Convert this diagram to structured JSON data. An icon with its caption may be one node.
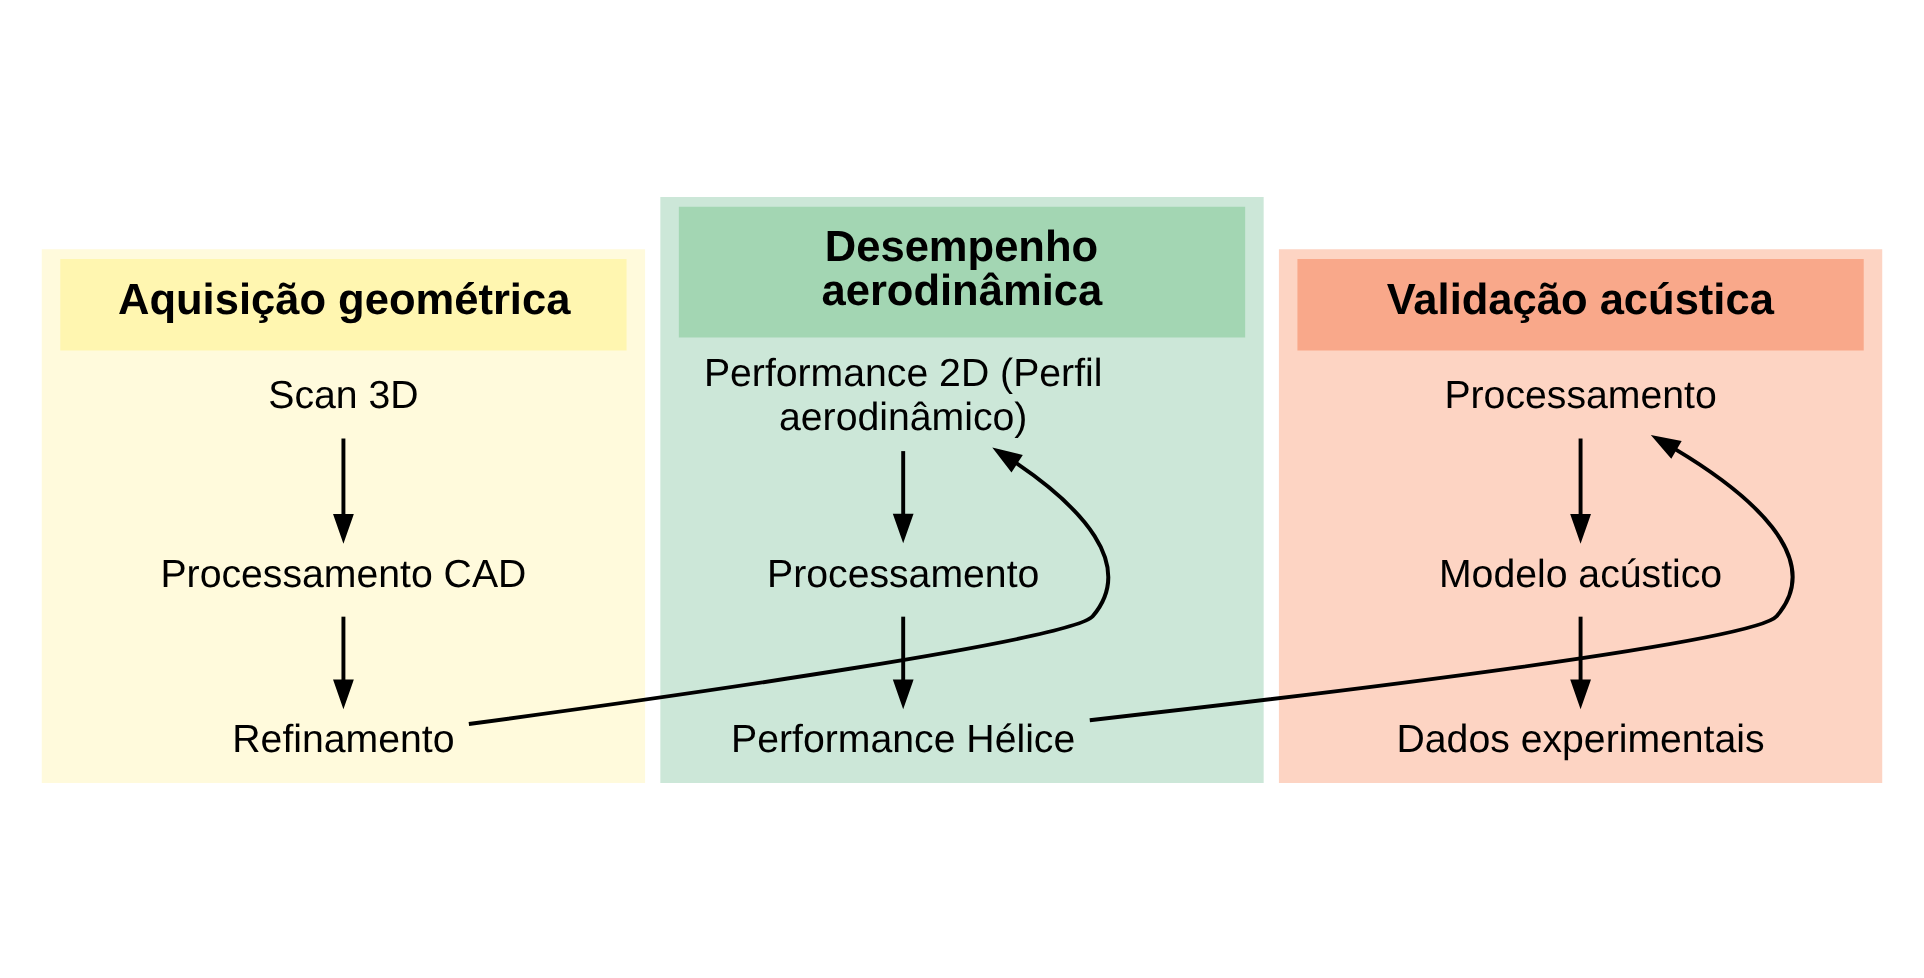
{
  "diagram": {
    "nodes": [
      {
        "text": [
          "Aquisição geométrica"
        ]
      },
      {
        "text": [
          "Scan 3D"
        ],
        "in": 0
      },
      {
        "text": [
          "Processamento CAD"
        ],
        "in": 0
      },
      {
        "text": [
          "Refinamento"
        ],
        "in": 0
      },
      {
        "text": [
          "Desempenho aerodinâmica"
        ]
      },
      {
        "text": [
          "Performance 2D (Perfil aerodinâmico)"
        ],
        "in": 4
      },
      {
        "text": [
          "Processamento"
        ],
        "in": 4
      },
      {
        "text": [
          "Performance Hélice"
        ],
        "in": 4
      },
      {
        "text": [
          "Validação acústica"
        ]
      },
      {
        "text": [
          "Processamento"
        ],
        "in": 8
      },
      {
        "text": [
          "Modelo acústico"
        ],
        "in": 8
      },
      {
        "text": [
          "Dados experimentais"
        ],
        "in": 8
      }
    ],
    "edges": [
      {
        "from": 1,
        "to": 2,
        "arrow": "to"
      },
      {
        "from": 2,
        "to": 3,
        "arrow": "to"
      },
      {
        "from": 3,
        "to": 5,
        "arrow": "to"
      },
      {
        "from": 5,
        "to": 6,
        "arrow": "to"
      },
      {
        "from": 6,
        "to": 7,
        "arrow": "to"
      },
      {
        "from": 7,
        "to": 9,
        "arrow": "to"
      },
      {
        "from": 9,
        "to": 10,
        "arrow": "to"
      },
      {
        "from": 10,
        "to": 11,
        "arrow": "to"
      }
    ]
  }
}
